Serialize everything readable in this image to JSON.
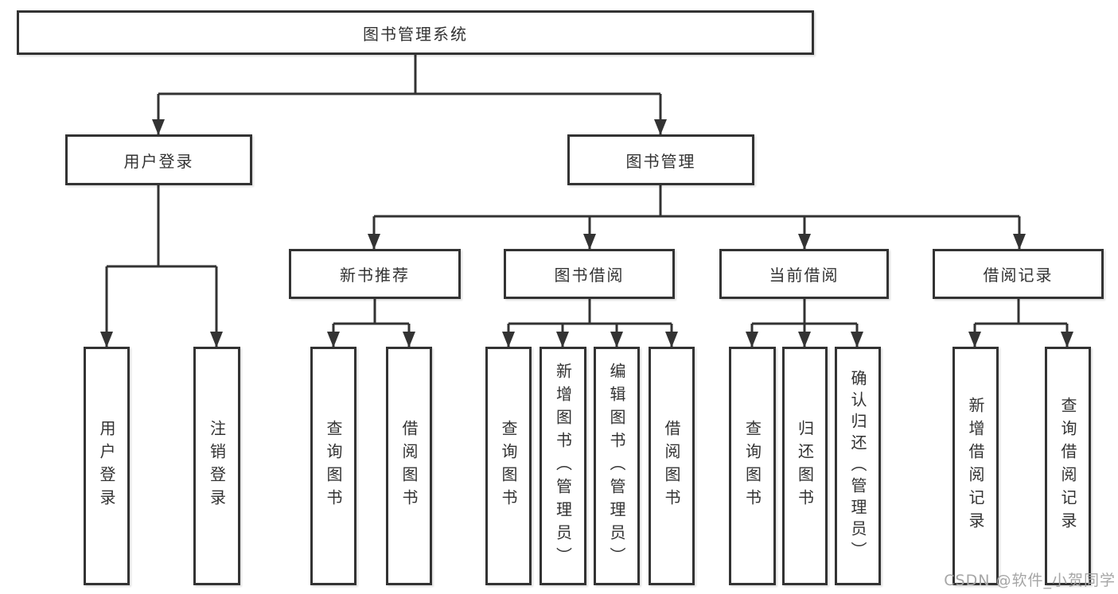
{
  "colors": {
    "line": "#333333",
    "text": "#333333",
    "box_fill": "#ffffff",
    "background": "#ffffff",
    "watermark": "#a6a6a6"
  },
  "diagram": {
    "type": "hierarchy-tree",
    "root": {
      "label": "图书管理系统"
    },
    "branches": [
      {
        "label": "用户登录",
        "children": [
          {
            "label": "用户登录"
          },
          {
            "label": "注销登录"
          }
        ]
      },
      {
        "label": "图书管理",
        "children": [
          {
            "label": "新书推荐",
            "children": [
              {
                "label": "查询图书"
              },
              {
                "label": "借阅图书"
              }
            ]
          },
          {
            "label": "图书借阅",
            "children": [
              {
                "label": "查询图书"
              },
              {
                "label": "新增图书（管理员）"
              },
              {
                "label": "编辑图书（管理员）"
              },
              {
                "label": "借阅图书"
              }
            ]
          },
          {
            "label": "当前借阅",
            "children": [
              {
                "label": "查询图书"
              },
              {
                "label": "归还图书"
              },
              {
                "label": "确认归还（管理员）"
              }
            ]
          },
          {
            "label": "借阅记录",
            "children": [
              {
                "label": "新增借阅记录"
              },
              {
                "label": "查询借阅记录"
              }
            ]
          }
        ]
      }
    ]
  },
  "watermark": {
    "text": "CSDN @软件_小贺同学"
  }
}
